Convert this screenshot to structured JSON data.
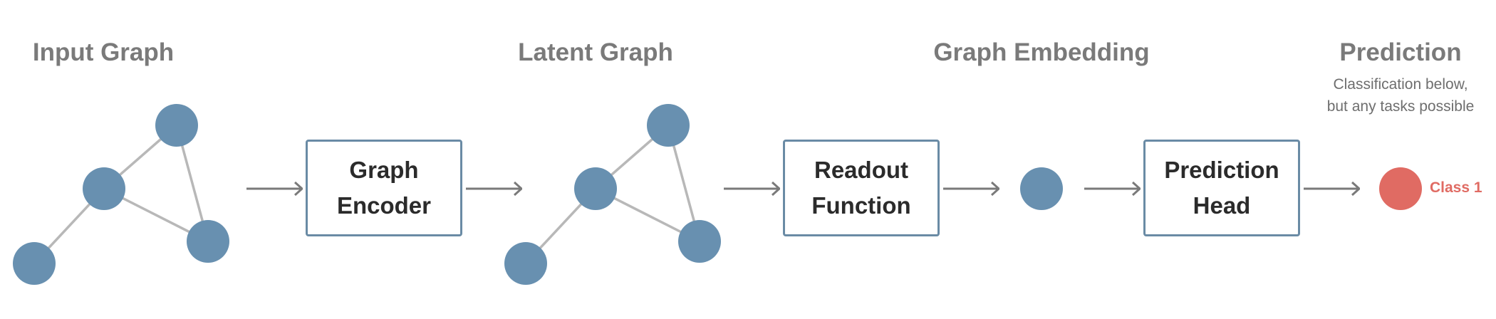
{
  "stages": {
    "input": "Input Graph",
    "latent": "Latent Graph",
    "embedding": "Graph Embedding",
    "prediction": "Prediction"
  },
  "prediction_note": {
    "line1": "Classification below,",
    "line2": "but any tasks possible"
  },
  "blocks": {
    "encoder": {
      "line1": "Graph",
      "line2": "Encoder"
    },
    "readout": {
      "line1": "Readout",
      "line2": "Function"
    },
    "head": {
      "line1": "Prediction",
      "line2": "Head"
    }
  },
  "output_class": "Class 1",
  "colors": {
    "node": "#6890b0",
    "edge": "#b8b8b8",
    "arrow": "#7a7a7a",
    "box_border": "#6a8ba5",
    "class_node": "#e06b63",
    "title": "#7a7a7a"
  }
}
